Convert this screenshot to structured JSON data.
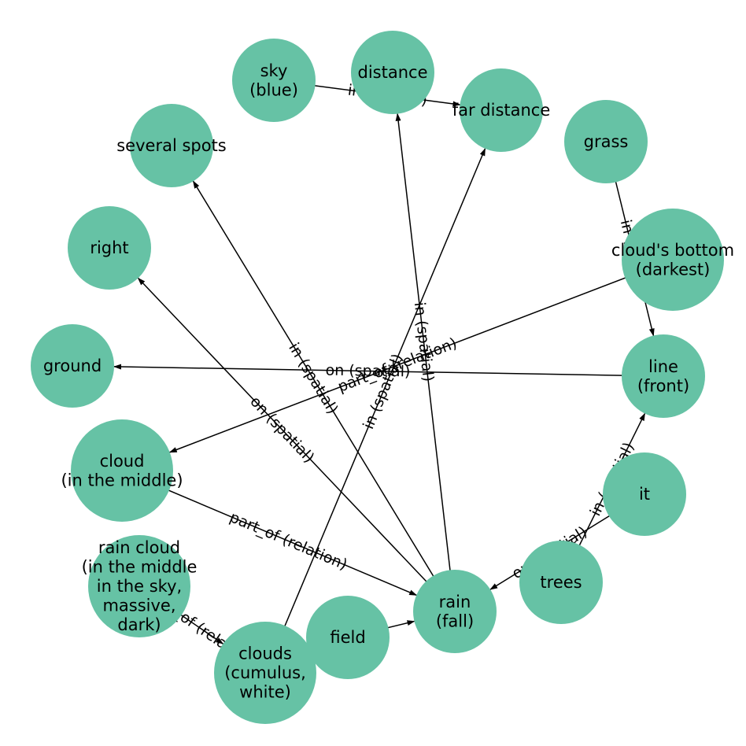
{
  "colors": {
    "node_fill": "#66c2a5",
    "edge": "#000000",
    "background": "#ffffff"
  },
  "nodes": [
    {
      "id": "sky",
      "label": [
        "sky",
        "(blue)"
      ]
    },
    {
      "id": "distance",
      "label": [
        "distance"
      ]
    },
    {
      "id": "far_distance",
      "label": [
        "far distance"
      ]
    },
    {
      "id": "several_spots",
      "label": [
        "several spots"
      ]
    },
    {
      "id": "grass",
      "label": [
        "grass"
      ]
    },
    {
      "id": "right",
      "label": [
        "right"
      ]
    },
    {
      "id": "clouds_bottom",
      "label": [
        "cloud's bottom",
        "(darkest)"
      ]
    },
    {
      "id": "ground",
      "label": [
        "ground"
      ]
    },
    {
      "id": "line",
      "label": [
        "line",
        "(front)"
      ]
    },
    {
      "id": "cloud",
      "label": [
        "cloud",
        "(in the middle)"
      ]
    },
    {
      "id": "it",
      "label": [
        "it"
      ]
    },
    {
      "id": "rain_cloud",
      "label": [
        "rain cloud",
        "(in the middle",
        "in the sky,",
        "massive,",
        "dark)"
      ]
    },
    {
      "id": "trees",
      "label": [
        "trees"
      ]
    },
    {
      "id": "rain",
      "label": [
        "rain",
        "(fall)"
      ]
    },
    {
      "id": "field",
      "label": [
        "field"
      ]
    },
    {
      "id": "clouds",
      "label": [
        "clouds",
        "(cumulus,",
        "white)"
      ]
    }
  ],
  "edges": [
    {
      "source": "sky",
      "target": "far_distance",
      "label": "in (spatial)"
    },
    {
      "source": "rain",
      "target": "distance",
      "label": "in (spatial)"
    },
    {
      "source": "rain",
      "target": "several_spots",
      "label": "in (spatial)"
    },
    {
      "source": "rain",
      "target": "right",
      "label": "on (spatial)"
    },
    {
      "source": "line",
      "target": "ground",
      "label": "on (spatial)"
    },
    {
      "source": "clouds",
      "target": "far_distance",
      "label": "in (spatial)"
    },
    {
      "source": "clouds_bottom",
      "target": "cloud",
      "label": "part_of (relation)"
    },
    {
      "source": "grass",
      "target": "line",
      "label": "in (spatial)"
    },
    {
      "source": "trees",
      "target": "line",
      "label": "in (spatial)"
    },
    {
      "source": "it",
      "target": "rain",
      "label": "on (spatial)"
    },
    {
      "source": "cloud",
      "target": "rain",
      "label": "part_of (relation)"
    },
    {
      "source": "rain_cloud",
      "target": "clouds",
      "label": "part_of (relation)"
    },
    {
      "source": "field",
      "target": "rain",
      "label": ""
    }
  ]
}
